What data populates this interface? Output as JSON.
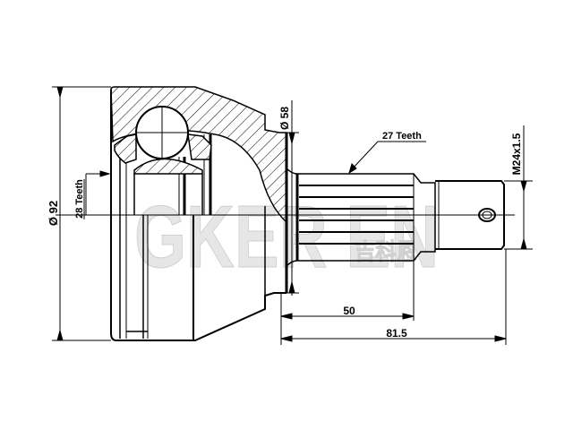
{
  "drawing": {
    "subject": "CV joint (outer) technical drawing",
    "watermark": {
      "latin": "GKER EN",
      "chinese": "吉科恩"
    },
    "dimensions": {
      "outer_diameter": "Ø 92",
      "inner_spline_teeth": "28 Teeth",
      "shaft_diameter": "Ø 58",
      "outer_spline_teeth": "27 Teeth",
      "thread": "M24x1.5",
      "spline_length": "50",
      "total_shaft_length": "81.5"
    },
    "colors": {
      "line": "#000000",
      "background": "#ffffff",
      "watermark": "#e6e6e6"
    }
  }
}
